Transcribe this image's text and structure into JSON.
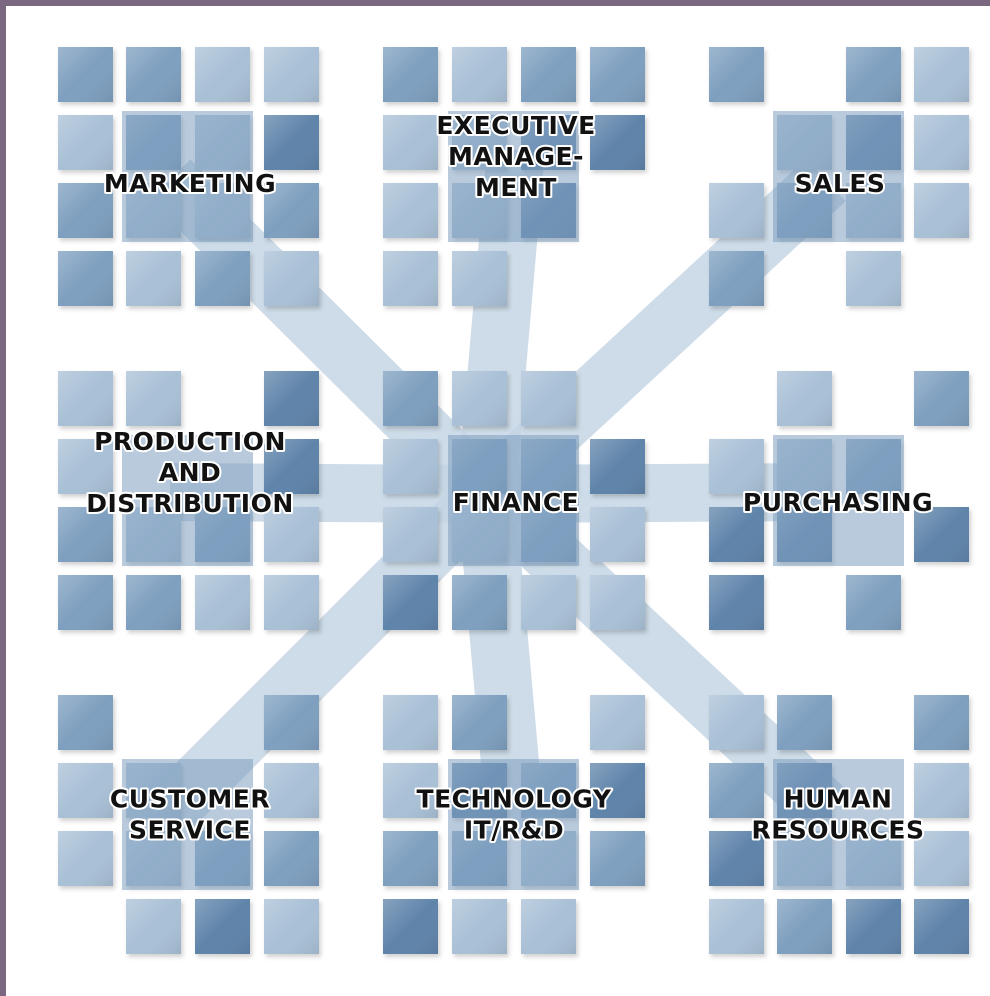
{
  "departments": [
    {
      "id": "marketing",
      "lines": [
        "MARKETING"
      ]
    },
    {
      "id": "executive-management",
      "lines": [
        "EXECUTIVE",
        "MANAGE-",
        "MENT"
      ]
    },
    {
      "id": "sales",
      "lines": [
        "SALES"
      ]
    },
    {
      "id": "production-and-distribution",
      "lines": [
        "PRODUCTION",
        "AND",
        "DISTRIBUTION"
      ]
    },
    {
      "id": "finance",
      "lines": [
        "FINANCE"
      ]
    },
    {
      "id": "purchasing",
      "lines": [
        "PURCHASING"
      ]
    },
    {
      "id": "customer-service",
      "lines": [
        "CUSTOMER",
        "SERVICE"
      ]
    },
    {
      "id": "technology-it-rd",
      "lines": [
        "TECHNOLOGY",
        "IT/R&D"
      ]
    },
    {
      "id": "human-resources",
      "lines": [
        "HUMAN",
        "RESOURCES"
      ]
    }
  ],
  "colors": {
    "frame": "#7a6780",
    "tile_light": "#a9c0d6",
    "tile_mid": "#7e9fbf",
    "tile_dark": "#5f84aa",
    "connector": "#c5d6e5"
  }
}
